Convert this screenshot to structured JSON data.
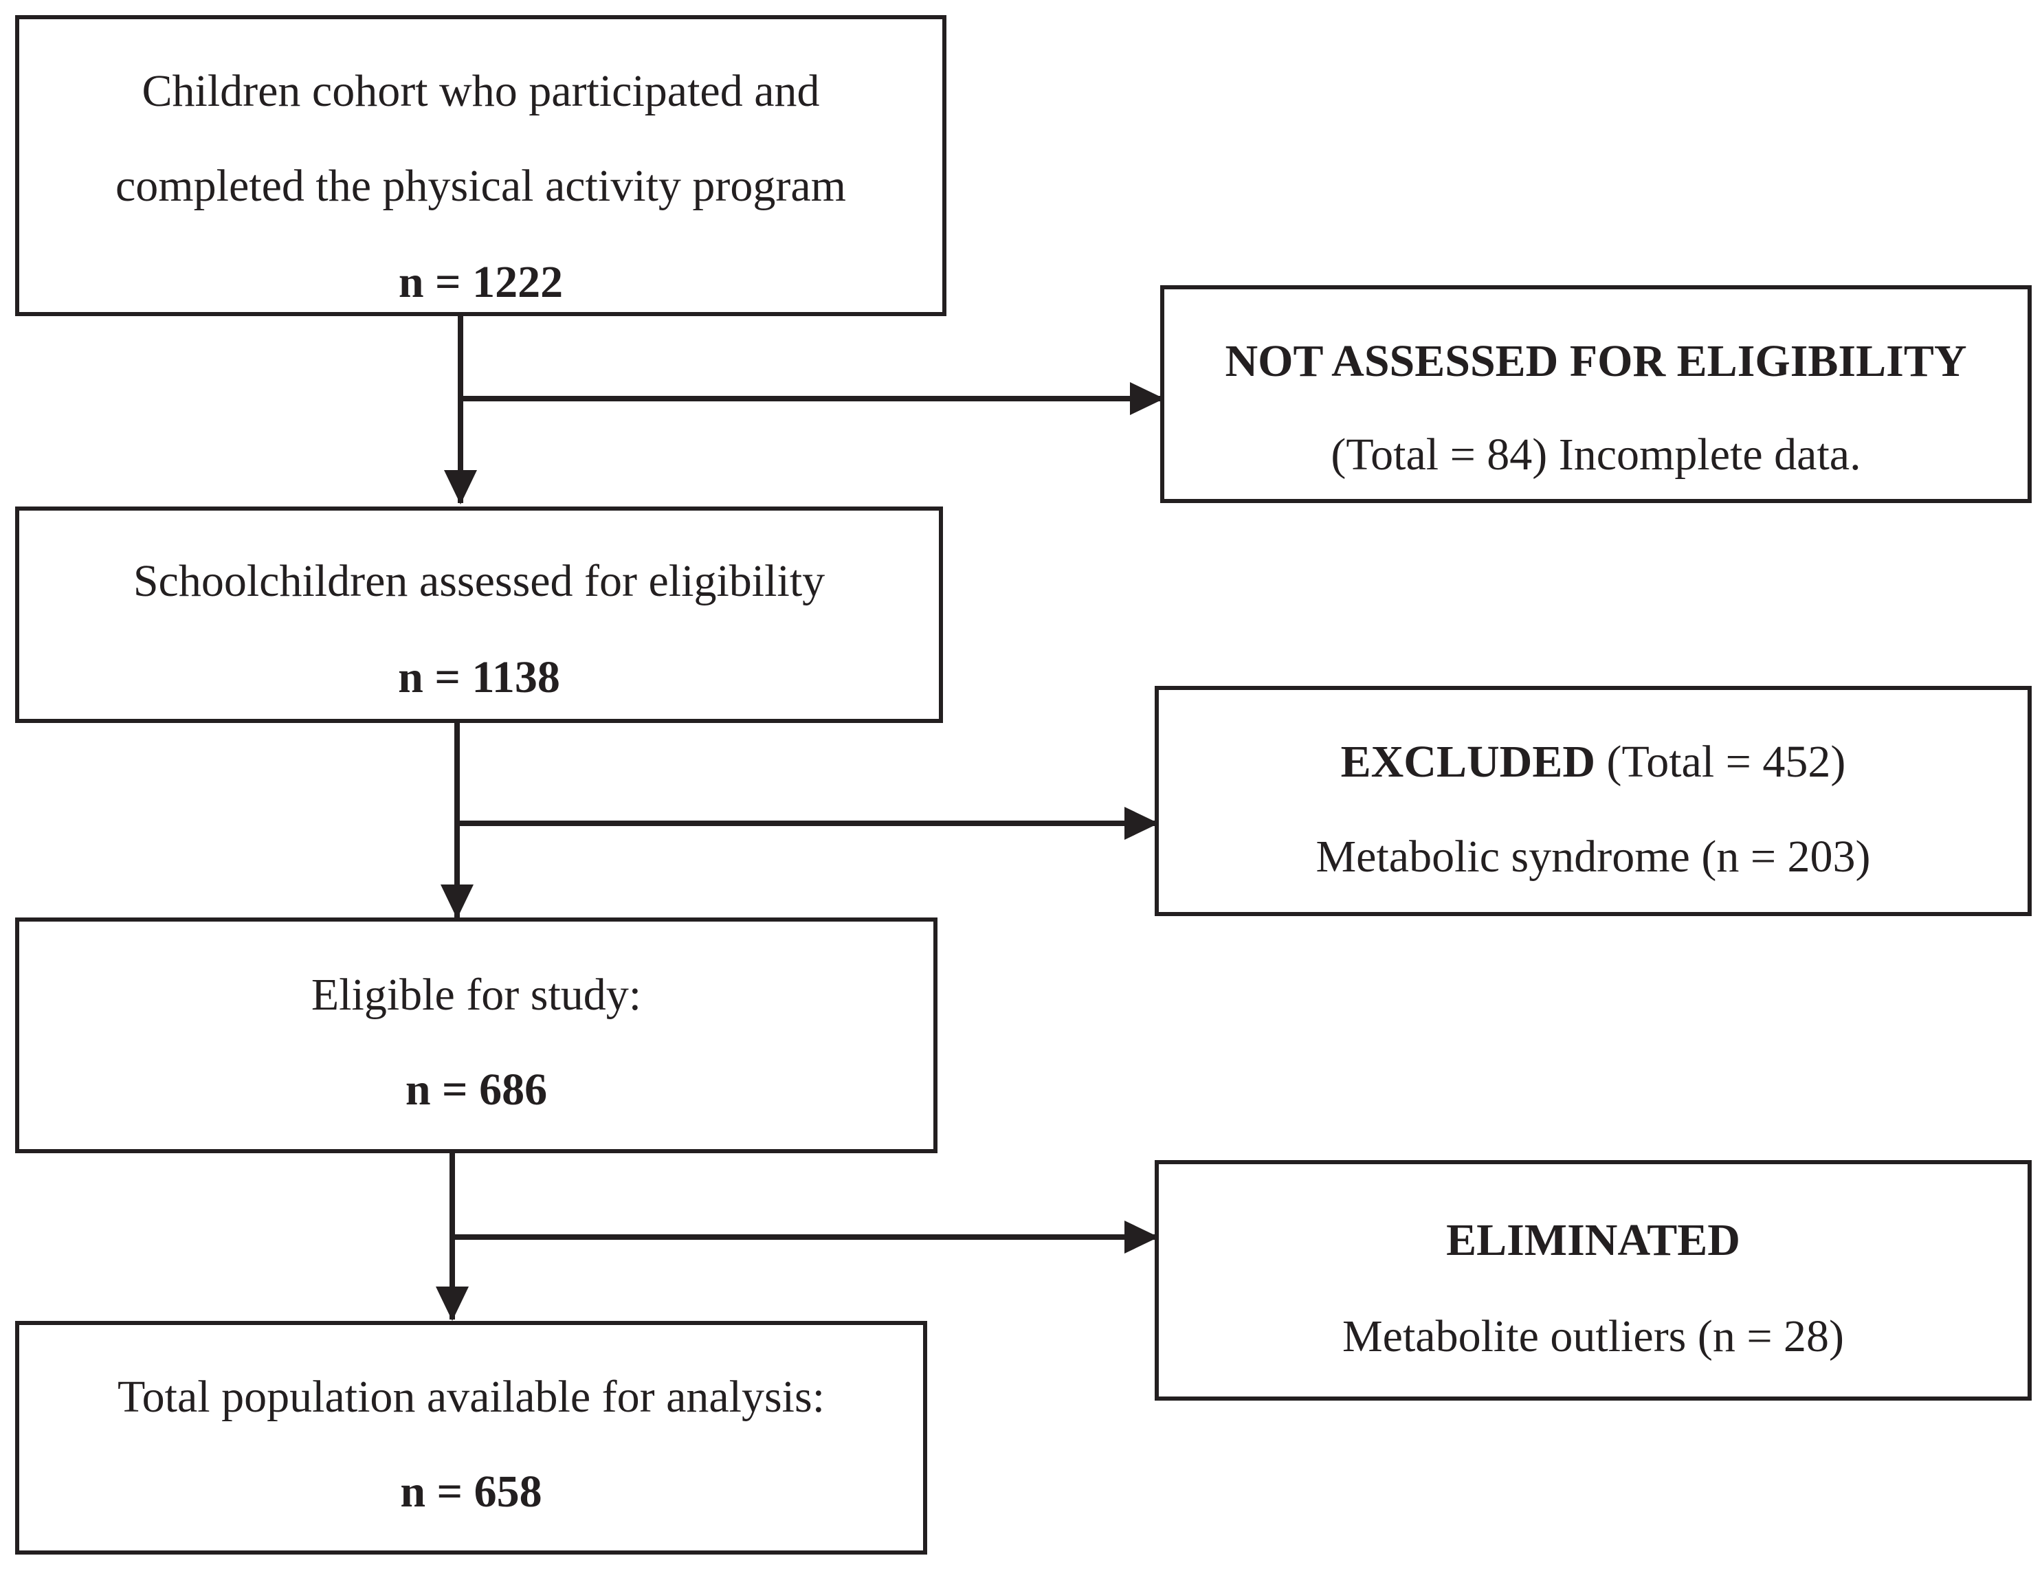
{
  "main_flow": {
    "cohort": {
      "line1": "Children cohort who participated and",
      "line2": "completed the physical activity program",
      "count": "n = 1222"
    },
    "assessed": {
      "line1": "Schoolchildren assessed for eligibility",
      "count": "n = 1138"
    },
    "eligible": {
      "line1": "Eligible for study:",
      "count": "n = 686"
    },
    "total": {
      "line1": "Total population available for analysis:",
      "count": "n = 658"
    }
  },
  "side_flow": {
    "not_assessed": {
      "heading": "NOT ASSESSED FOR ELIGIBILITY",
      "detail": "(Total = 84) Incomplete data."
    },
    "excluded": {
      "heading": "EXCLUDED",
      "heading_suffix": " (Total = 452)",
      "detail": "Metabolic syndrome (n = 203)"
    },
    "eliminated": {
      "heading": "ELIMINATED",
      "detail": "Metabolite outliers (n = 28)"
    }
  },
  "colors": {
    "stroke": "#231f20",
    "background": "#ffffff"
  }
}
